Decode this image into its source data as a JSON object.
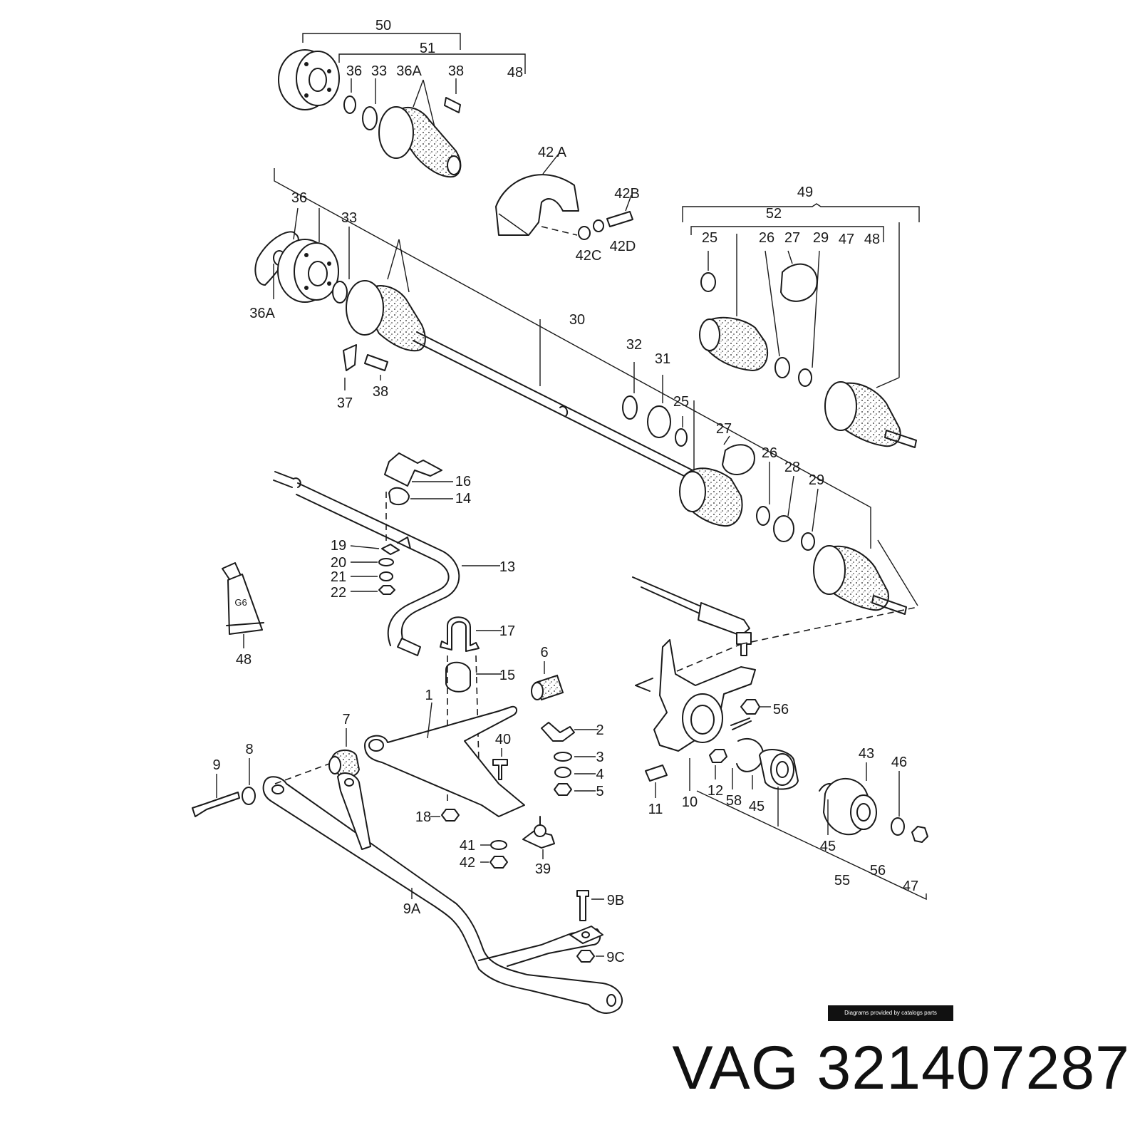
{
  "callouts": {
    "c50": "50",
    "c51": "51",
    "c36a_top": "36",
    "c33_top": "33",
    "c36A_top": "36A",
    "c38_top": "38",
    "c48_top": "48",
    "c42A": "42 A",
    "c42B": "42B",
    "c42C": "42C",
    "c42D": "42D",
    "c36_mid": "36",
    "c33_mid": "33",
    "c36A_mid": "36A",
    "c37": "37",
    "c38_mid": "38",
    "c30": "30",
    "c32": "32",
    "c31": "31",
    "c25_mid": "25",
    "c49": "49",
    "c52": "52",
    "c25_r": "25",
    "c26_r": "26",
    "c27_r": "27",
    "c29_r": "29",
    "c47_r": "47",
    "c48_r": "48",
    "c27_mid": "27",
    "c26_mid": "26",
    "c28": "28",
    "c29_mid": "29",
    "c16": "16",
    "c14": "14",
    "c19": "19",
    "c20": "20",
    "c21": "21",
    "c22": "22",
    "c13": "13",
    "c48_tube": "48",
    "c17": "17",
    "c15": "15",
    "c6": "6",
    "c1": "1",
    "c2": "2",
    "c3": "3",
    "c4": "4",
    "c5": "5",
    "c7": "7",
    "c8": "8",
    "c9": "9",
    "c40": "40",
    "c18": "18",
    "c41": "41",
    "c42": "42",
    "c39": "39",
    "c9A": "9A",
    "c9B": "9B",
    "c9C": "9C",
    "c56_top": "56",
    "c43": "43",
    "c46": "46",
    "c11": "11",
    "c10": "10",
    "c12": "12",
    "c58": "58",
    "c45_mid": "45",
    "c45_low": "45",
    "c56_low": "56",
    "c55": "55",
    "c47_low": "47",
    "tube_text": "G6"
  },
  "footer": {
    "credit": "Diagrams provided by catalogs parts",
    "part_number": "VAG 321407287"
  }
}
